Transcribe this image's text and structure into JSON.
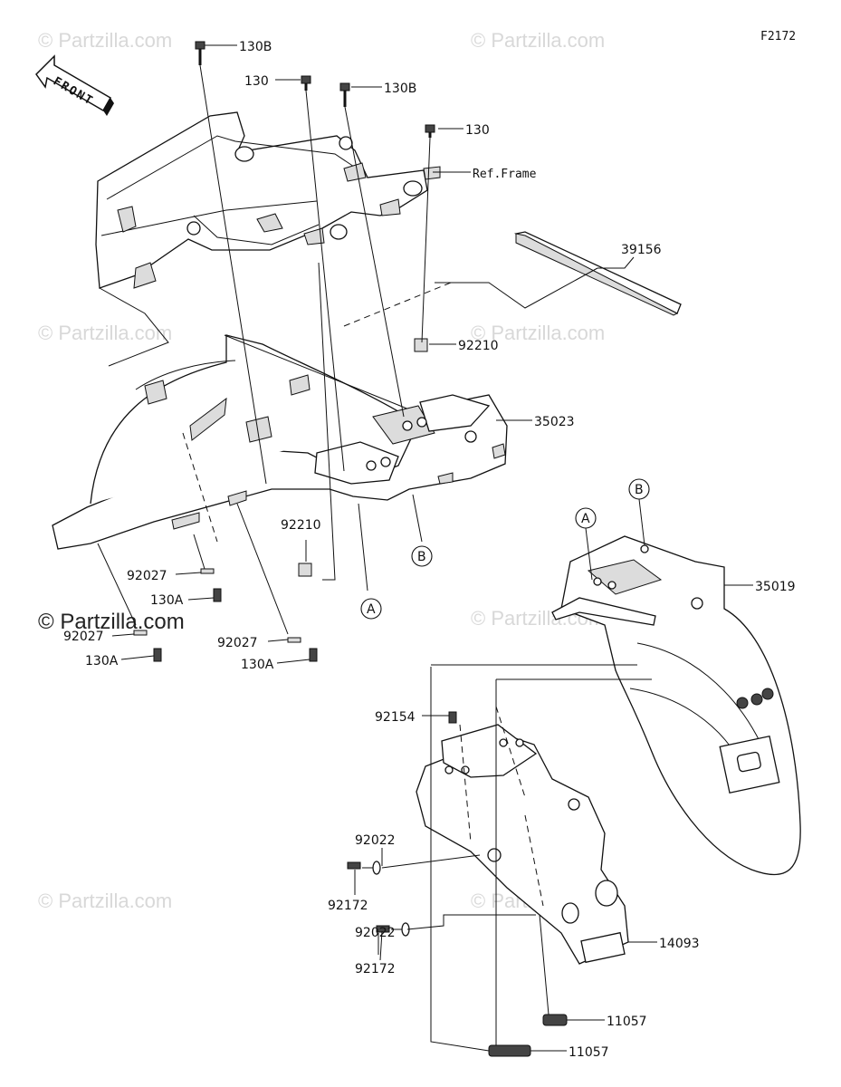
{
  "diagram_code": "F2172",
  "watermarks": [
    "© Partzilla.com",
    "© Partzilla.com",
    "© Partzilla.com",
    "© Partzilla.com",
    "© Partzilla.com",
    "© Partzilla.com",
    "© Partzilla.com"
  ],
  "watermark_main": "© Partzilla.com",
  "front_arrow": "FRONT",
  "labels": {
    "p130b_top": "130B",
    "p130_a": "130",
    "p130b_b": "130B",
    "p130_b": "130",
    "ref_frame": "Ref.Frame",
    "p39156": "39156",
    "p92210_top": "92210",
    "p35023": "35023",
    "p92210_bottom": "92210",
    "p92027_a": "92027",
    "p130a_a": "130A",
    "p92027_b": "92027",
    "p130a_b": "130A",
    "p92027_c": "92027",
    "p130a_c": "130A",
    "p35019": "35019",
    "p92154": "92154",
    "p92022_a": "92022",
    "p92172_a": "92172",
    "p92022_b": "92022",
    "p92172_b": "92172",
    "p14093": "14093",
    "p11057_a": "11057",
    "p11057_b": "11057"
  },
  "callouts": {
    "a_left": "A",
    "b_left": "B",
    "a_right": "A",
    "b_right": "B"
  }
}
